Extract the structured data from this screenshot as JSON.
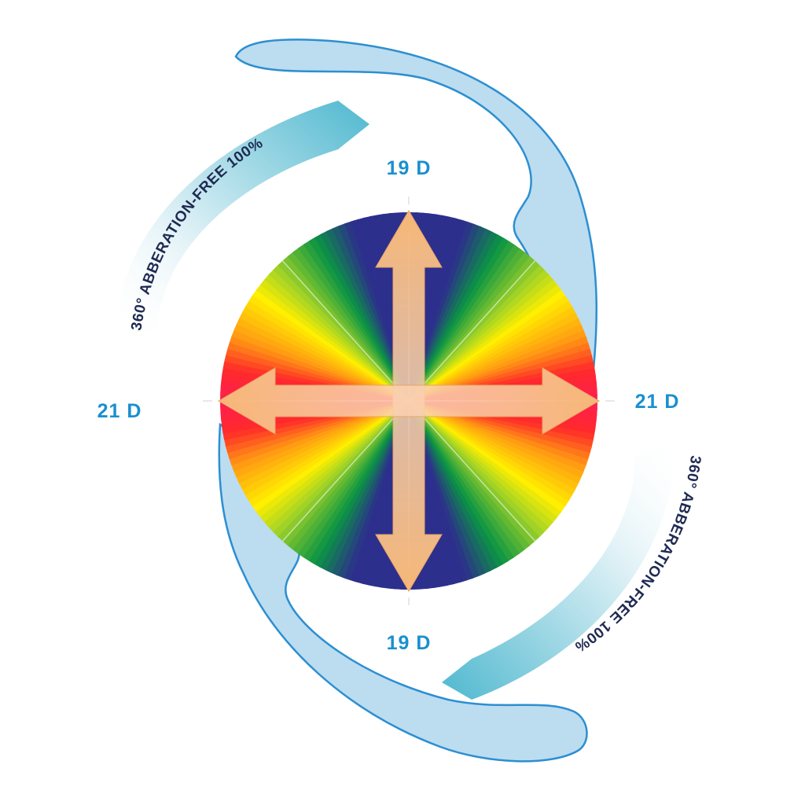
{
  "diagram": {
    "labels": {
      "top": "19 D",
      "bottom": "19 D",
      "left": "21 D",
      "right": "21 D"
    },
    "banners": {
      "upper_left": "360° ABBERATION-FREE 100%",
      "lower_right": "360° ABBERATION-FREE 100%"
    },
    "colors": {
      "haptic_fill": "#bcdcf0",
      "haptic_stroke": "#2c8fd1",
      "label": "#1a8fd0",
      "banner_text": "#1f2a52",
      "banner_start": "#ffffff",
      "banner_end": "#4fb8cf",
      "arrow": "#f1b678",
      "spectrum": [
        "#2d2f8c",
        "#0a9444",
        "#ffef00",
        "#ff2a2a"
      ]
    },
    "icons": {
      "center_arrows": "four-direction-arrows-icon"
    }
  }
}
